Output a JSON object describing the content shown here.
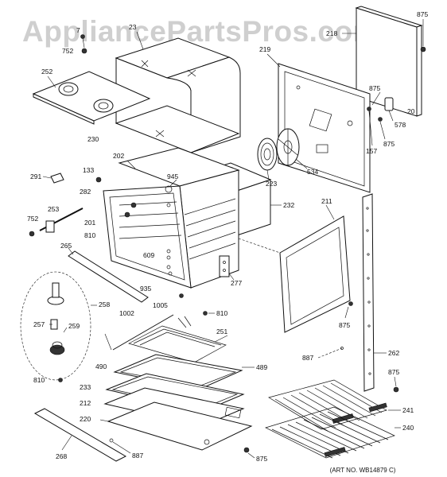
{
  "watermark": "AppliancePartsPros.com",
  "art_number": "(ART NO. WB14879 C)",
  "callouts": {
    "c7": "7",
    "c23": "23",
    "c218": "218",
    "c875a": "875",
    "c752a": "752",
    "c252": "252",
    "c219": "219",
    "c875b": "875",
    "c20": "20",
    "c578": "578",
    "c875c": "875",
    "c157": "157",
    "c230": "230",
    "c202": "202",
    "c534": "534",
    "c291": "291",
    "c133": "133",
    "c945": "945",
    "c223": "223",
    "c282": "282",
    "c232": "232",
    "c211": "211",
    "c752b": "752",
    "c253": "253",
    "c201": "201",
    "c810a": "810",
    "c265": "265",
    "c609": "609",
    "c277": "277",
    "c935": "935",
    "c258": "258",
    "c1005": "1005",
    "c1002": "1002",
    "c810b": "810",
    "c875d": "875",
    "c257": "257",
    "c259": "259",
    "c251": "251",
    "c887a": "887",
    "c262": "262",
    "c490": "490",
    "c489": "489",
    "c810c": "810",
    "c875e": "875",
    "c233": "233",
    "c212": "212",
    "c241": "241",
    "c220": "220",
    "c240": "240",
    "c268": "268",
    "c887b": "887",
    "c875f": "875"
  }
}
